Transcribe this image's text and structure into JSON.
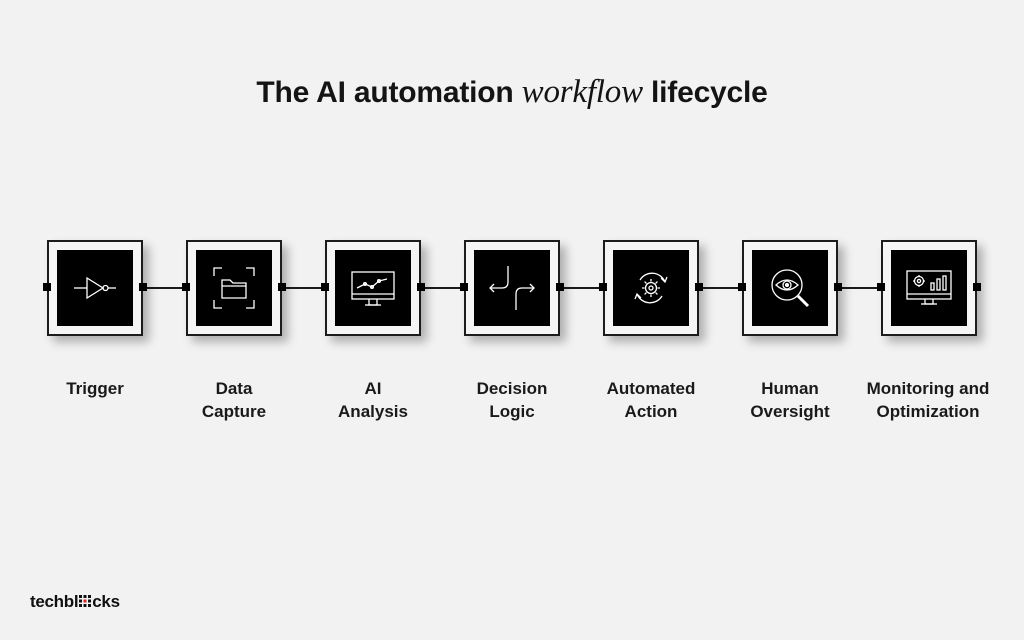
{
  "title": {
    "before": "The AI automation",
    "emphasis": "workflow",
    "after": "lifecycle"
  },
  "steps": [
    {
      "line1": "Trigger",
      "line2": "",
      "icon": "logic-gate-icon"
    },
    {
      "line1": "Data",
      "line2": "Capture",
      "icon": "folder-scan-icon"
    },
    {
      "line1": "AI",
      "line2": "Analysis",
      "icon": "monitor-chart-icon"
    },
    {
      "line1": "Decision",
      "line2": "Logic",
      "icon": "branch-arrows-icon"
    },
    {
      "line1": "Automated",
      "line2": "Action",
      "icon": "gear-cycle-icon"
    },
    {
      "line1": "Human",
      "line2": "Oversight",
      "icon": "eye-magnifier-icon"
    },
    {
      "line1": "Monitoring and",
      "line2": "Optimization",
      "icon": "dashboard-monitor-icon"
    }
  ],
  "logo": {
    "before": "techbl",
    "after": "cks",
    "icon": "grid-o-icon",
    "accent": "#d62828"
  }
}
